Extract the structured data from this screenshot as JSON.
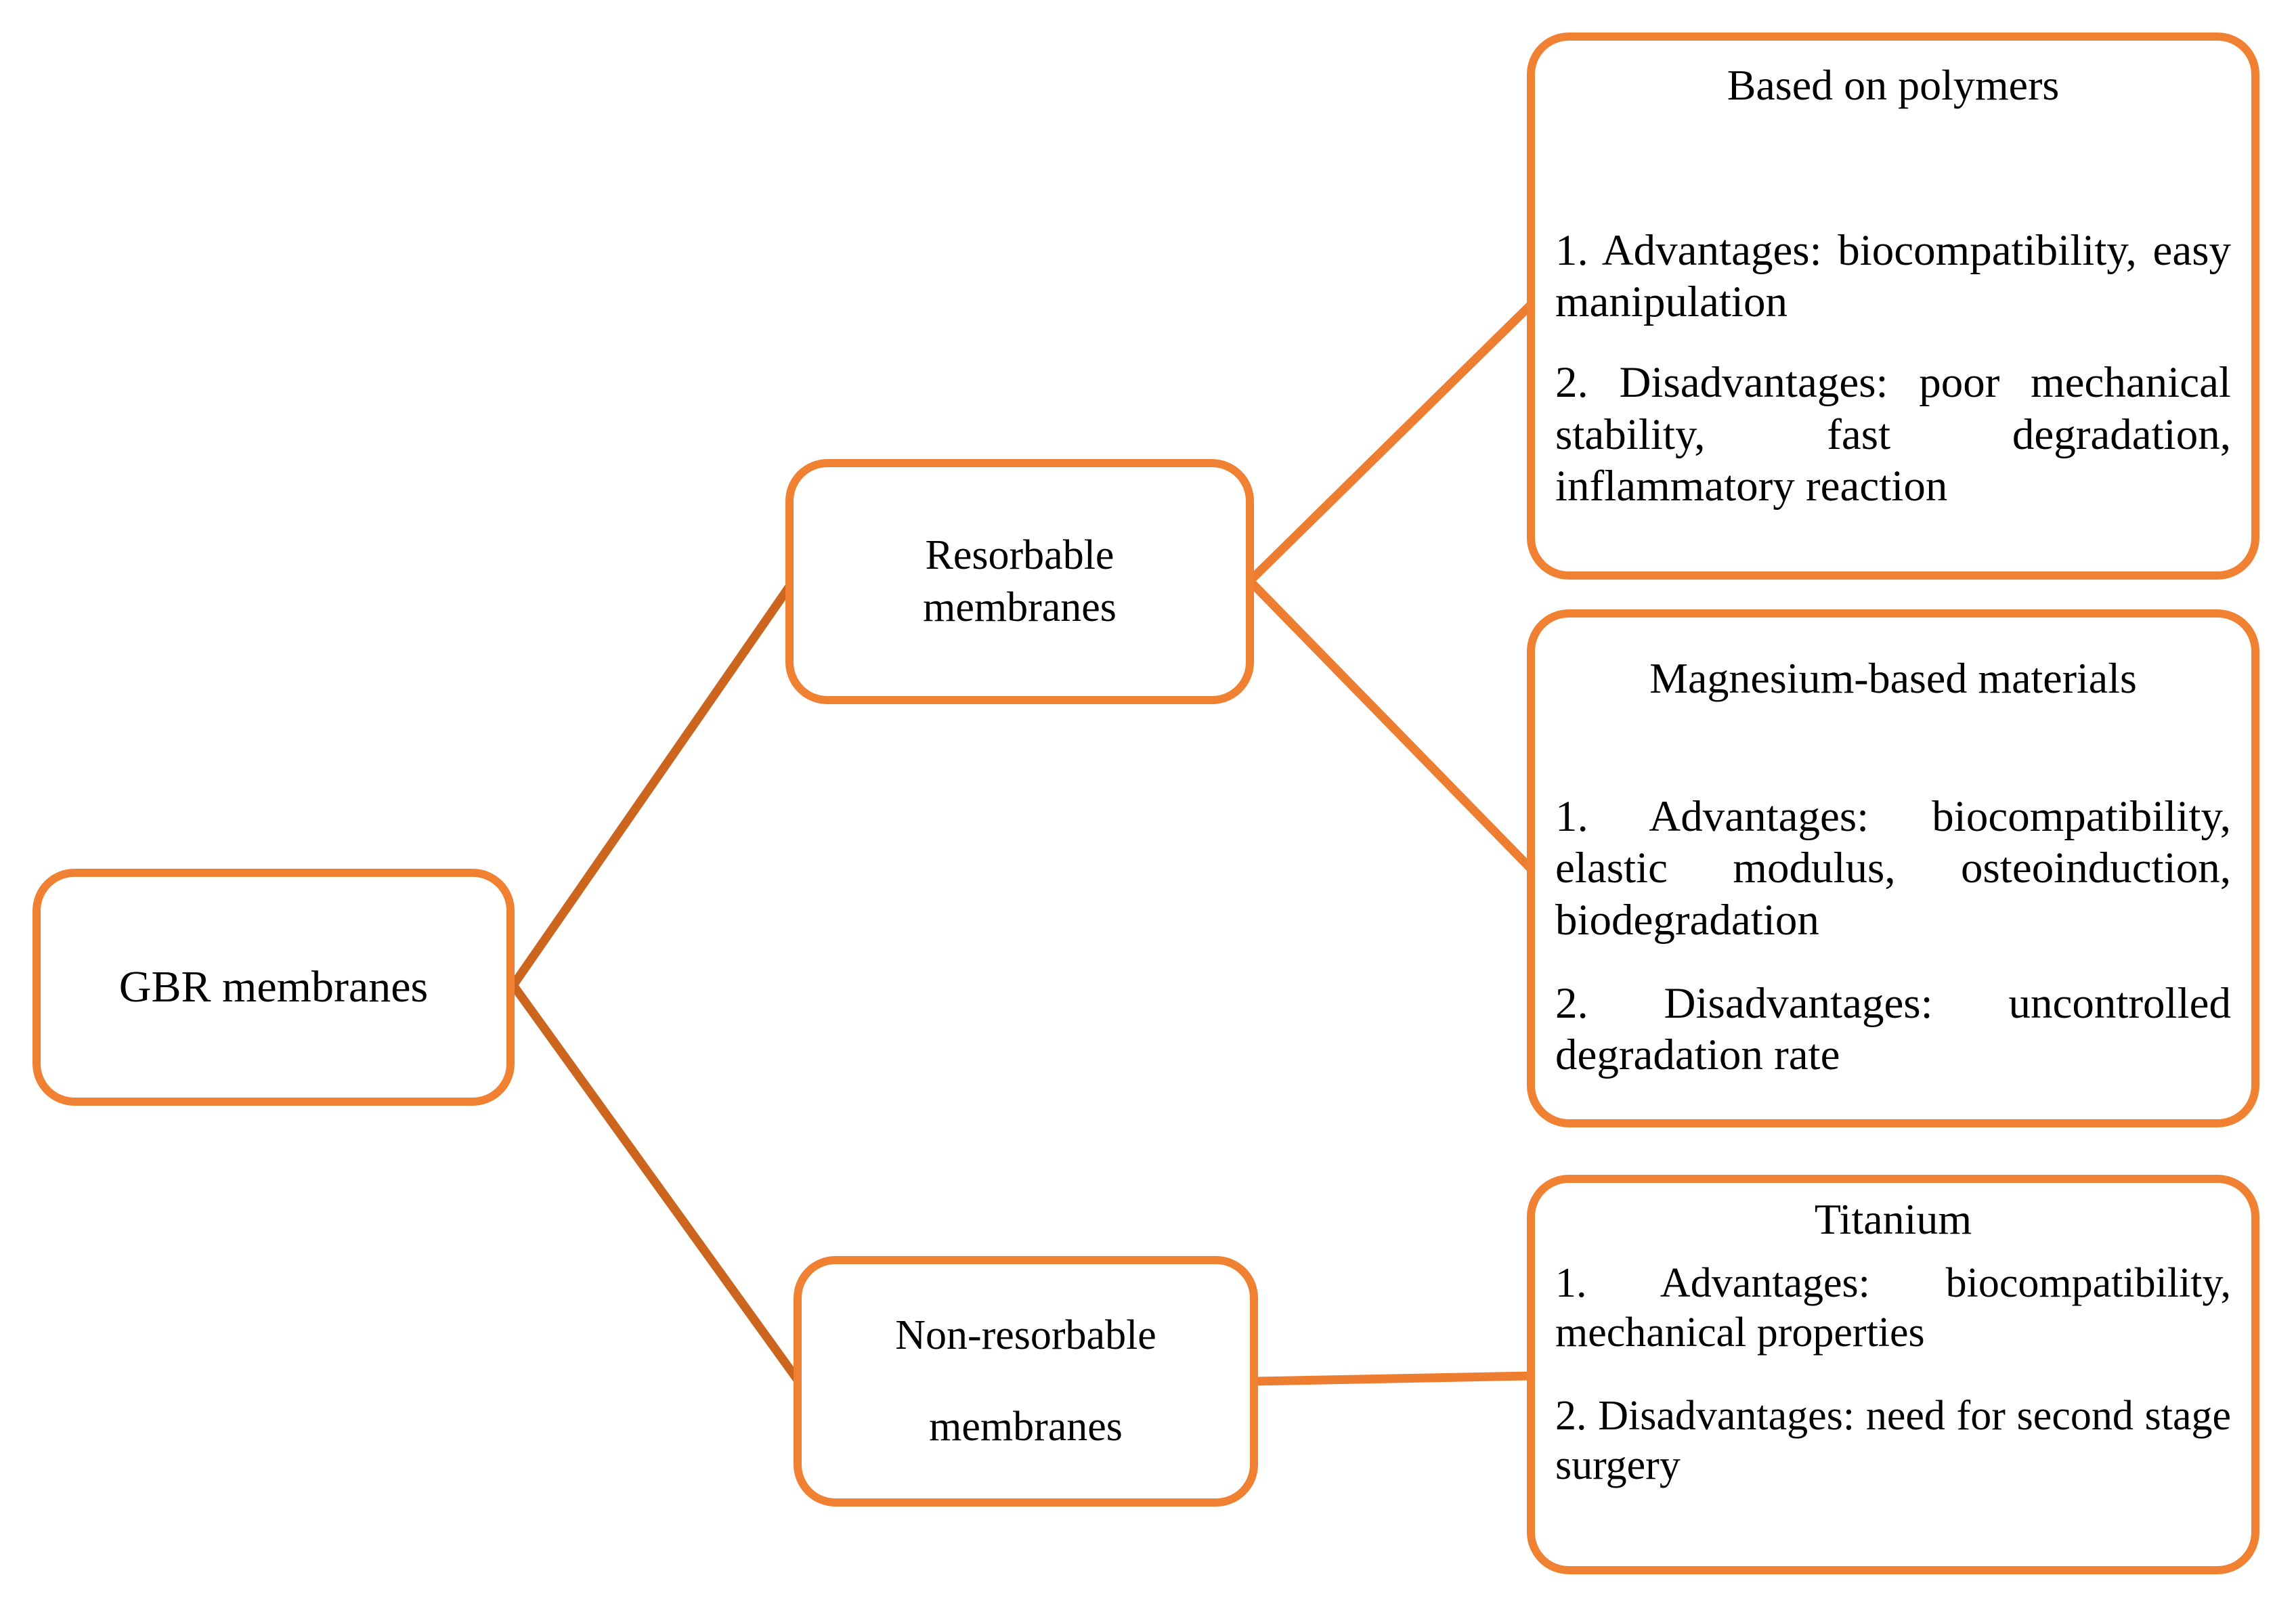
{
  "nodes": {
    "gbr": {
      "label": "GBR membranes"
    },
    "resorbable": {
      "lines": [
        "Resorbable",
        "membranes"
      ]
    },
    "non_resorbable": {
      "lines": [
        "Non-resorbable",
        "membranes"
      ]
    },
    "polymers": {
      "title": "Based on polymers",
      "items": [
        "1. Advantages: biocompatibility, easy manipulation",
        "2. Disadvantages: poor mechanical stability, fast degradation, inflammatory reaction"
      ]
    },
    "magnesium": {
      "title": "Magnesium-based materials",
      "items": [
        "1. Advantages: biocompatibility, elastic modulus, osteoinduction, biodegradation",
        "2. Disadvantages: uncontrolled degradation rate"
      ]
    },
    "titanium": {
      "title": "Titanium",
      "items": [
        "1. Advantages: biocompatibility, mechanical properties",
        "2. Disadvantages: need for second stage surgery"
      ]
    }
  },
  "colors": {
    "box_border": "#F08132",
    "connector": "#ED7D31",
    "connector_dark": "#CC661F",
    "text": "#000000",
    "background": "#FFFFFF"
  }
}
